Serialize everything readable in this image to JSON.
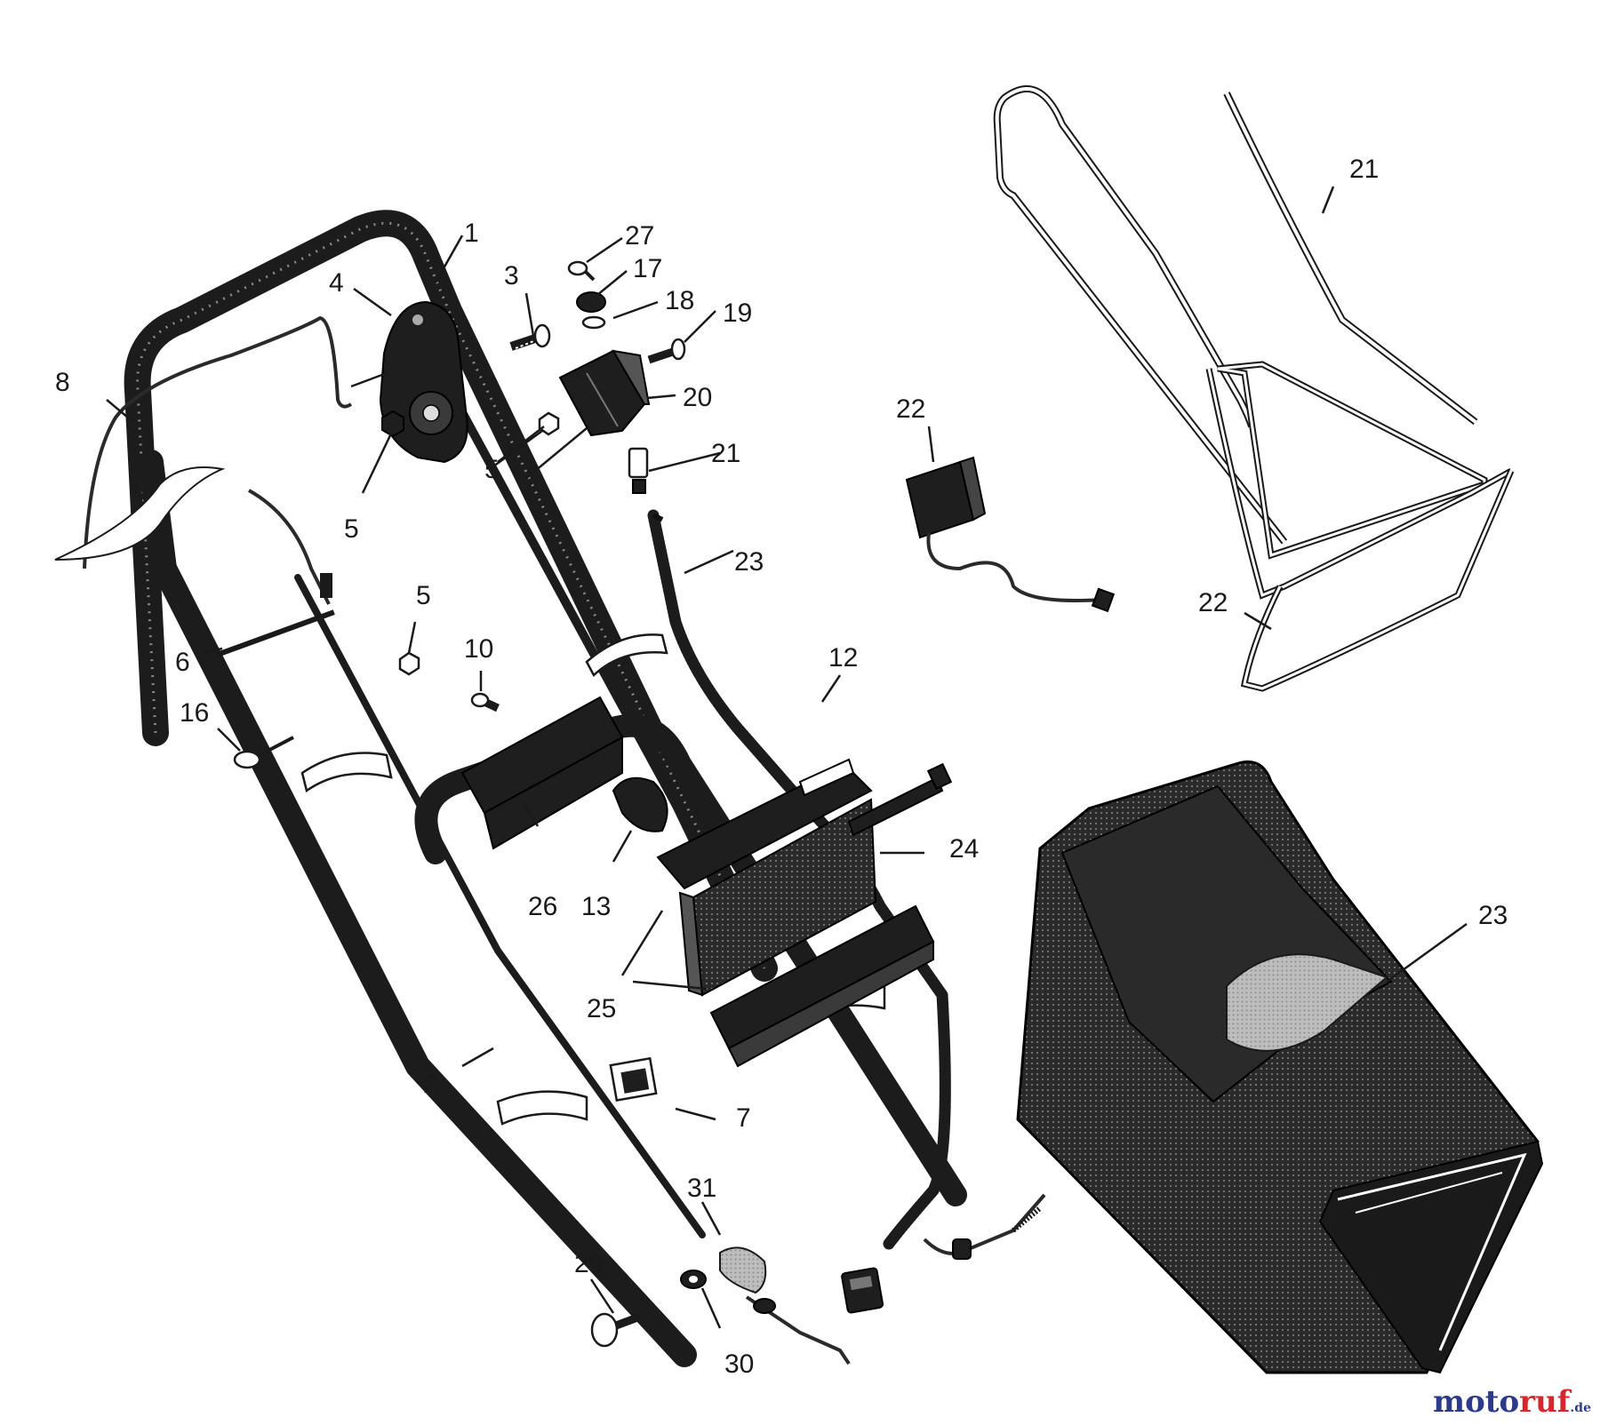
{
  "callouts": [
    {
      "id": "c1",
      "text": "1"
    },
    {
      "id": "c2",
      "text": "2"
    },
    {
      "id": "c3",
      "text": "3"
    },
    {
      "id": "c4",
      "text": "4"
    },
    {
      "id": "c5a",
      "text": "5"
    },
    {
      "id": "c5b",
      "text": "5"
    },
    {
      "id": "c5c",
      "text": "5"
    },
    {
      "id": "c6",
      "text": "6"
    },
    {
      "id": "c7",
      "text": "7"
    },
    {
      "id": "c8",
      "text": "8"
    },
    {
      "id": "c10",
      "text": "10"
    },
    {
      "id": "c12",
      "text": "12"
    },
    {
      "id": "c13",
      "text": "13"
    },
    {
      "id": "c16",
      "text": "16"
    },
    {
      "id": "c17",
      "text": "17"
    },
    {
      "id": "c18",
      "text": "18"
    },
    {
      "id": "c19",
      "text": "19"
    },
    {
      "id": "c20",
      "text": "20"
    },
    {
      "id": "c21a",
      "text": "21"
    },
    {
      "id": "c21b",
      "text": "21"
    },
    {
      "id": "c22a",
      "text": "22"
    },
    {
      "id": "c22b",
      "text": "22"
    },
    {
      "id": "c23a",
      "text": "23"
    },
    {
      "id": "c23b",
      "text": "23"
    },
    {
      "id": "c24",
      "text": "24"
    },
    {
      "id": "c25",
      "text": "25"
    },
    {
      "id": "c26",
      "text": "26"
    },
    {
      "id": "c27",
      "text": "27"
    },
    {
      "id": "c29",
      "text": "29"
    },
    {
      "id": "c30",
      "text": "30"
    },
    {
      "id": "c31",
      "text": "31"
    }
  ],
  "watermark": {
    "part1": "moto",
    "part2": "ruf",
    "part3": ".de"
  }
}
